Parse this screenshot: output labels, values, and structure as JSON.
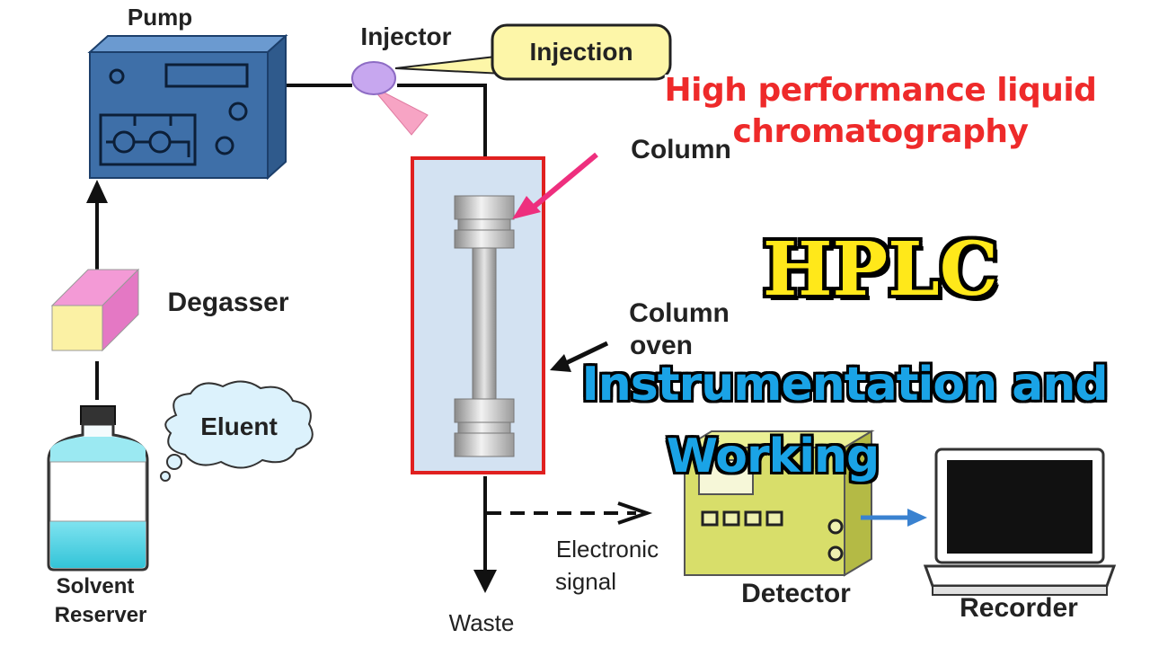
{
  "labels": {
    "pump": "Pump",
    "injector": "Injector",
    "injection": "Injection",
    "column": "Column",
    "column_oven_line1": "Column",
    "column_oven_line2": "oven",
    "degasser": "Degasser",
    "eluent": "Eluent",
    "solvent_line1": "Solvent",
    "solvent_line2": "Reserver",
    "waste": "Waste",
    "electronic_line1": "Electronic",
    "electronic_line2": "signal",
    "detector": "Detector",
    "recorder": "Recorder"
  },
  "overlay": {
    "subtitle_line1": "High performance liquid",
    "subtitle_line2": "chromatography",
    "acronym": "HPLC",
    "topic_line1": "Instrumentation and",
    "topic_line2": "Working"
  },
  "colors": {
    "pump_body": "#3e6fa8",
    "red_text": "#ee2a2a",
    "acronym_yellow": "#ffe81a",
    "topic_blue": "#1aa3e6",
    "column_box_border": "#e02020",
    "injection_bubble": "#fdf6a8",
    "detector_body": "#d8de6a",
    "solvent_liquid": "#5fd6e8"
  }
}
